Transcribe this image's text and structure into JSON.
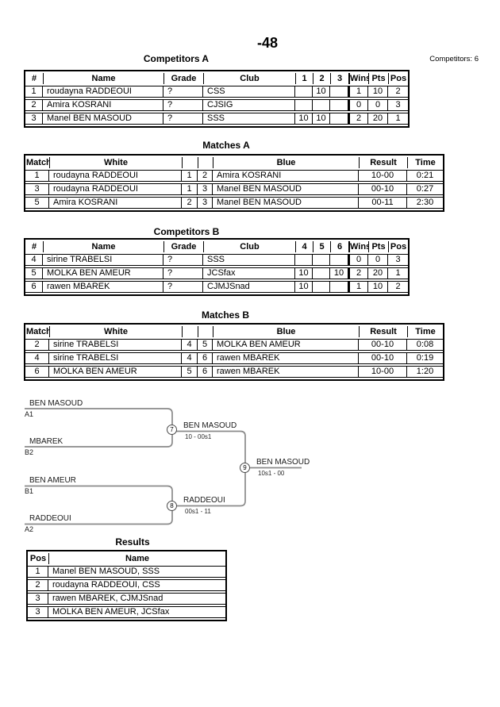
{
  "page": {
    "title": "-48",
    "competitors_count": "Competitors: 6"
  },
  "colors": {
    "table_border": "#000000",
    "bracket_line": "#8a8a8a",
    "text": "#000000"
  },
  "sections": {
    "competitors_a": {
      "heading": "Competitors A",
      "columns": [
        "#",
        "Name",
        "Grade",
        "Club",
        "1",
        "2",
        "3",
        "Wins",
        "Pts",
        "Pos"
      ],
      "rows": [
        [
          "1",
          "roudayna RADDEOUI",
          "?",
          "CSS",
          "",
          "10",
          "",
          "1",
          "10",
          "2"
        ],
        [
          "2",
          "Amira KOSRANI",
          "?",
          "CJSIG",
          "",
          "",
          "",
          "0",
          "0",
          "3"
        ],
        [
          "3",
          "Manel BEN MASOUD",
          "?",
          "SSS",
          "10",
          "10",
          "",
          "2",
          "20",
          "1"
        ]
      ]
    },
    "matches_a": {
      "heading": "Matches A",
      "columns": [
        "Match",
        "White",
        "",
        "",
        "Blue",
        "Result",
        "Time"
      ],
      "rows": [
        [
          "1",
          "roudayna RADDEOUI",
          "1",
          "2",
          "Amira KOSRANI",
          "10-00",
          "0:21"
        ],
        [
          "3",
          "roudayna RADDEOUI",
          "1",
          "3",
          "Manel BEN MASOUD",
          "00-10",
          "0:27"
        ],
        [
          "5",
          "Amira KOSRANI",
          "2",
          "3",
          "Manel BEN MASOUD",
          "00-11",
          "2:30"
        ]
      ]
    },
    "competitors_b": {
      "heading": "Competitors B",
      "columns": [
        "#",
        "Name",
        "Grade",
        "Club",
        "4",
        "5",
        "6",
        "Wins",
        "Pts",
        "Pos"
      ],
      "rows": [
        [
          "4",
          "sirine TRABELSI",
          "?",
          "SSS",
          "",
          "",
          "",
          "0",
          "0",
          "3"
        ],
        [
          "5",
          "MOLKA BEN AMEUR",
          "?",
          "JCSfax",
          "10",
          "",
          "10",
          "2",
          "20",
          "1"
        ],
        [
          "6",
          "rawen MBAREK",
          "?",
          "CJMJSnad",
          "10",
          "",
          "",
          "1",
          "10",
          "2"
        ]
      ]
    },
    "matches_b": {
      "heading": "Matches B",
      "columns": [
        "Match",
        "White",
        "",
        "",
        "Blue",
        "Result",
        "Time"
      ],
      "rows": [
        [
          "2",
          "sirine TRABELSI",
          "4",
          "5",
          "MOLKA BEN AMEUR",
          "00-10",
          "0:08"
        ],
        [
          "4",
          "sirine TRABELSI",
          "4",
          "6",
          "rawen MBAREK",
          "00-10",
          "0:19"
        ],
        [
          "6",
          "MOLKA BEN AMEUR",
          "5",
          "6",
          "rawen MBAREK",
          "10-00",
          "1:20"
        ]
      ]
    },
    "results": {
      "heading": "Results",
      "columns": [
        "Pos",
        "Name"
      ],
      "rows": [
        [
          "1",
          "Manel BEN MASOUD, SSS"
        ],
        [
          "2",
          "roudayna RADDEOUI, CSS"
        ],
        [
          "3",
          "rawen MBAREK, CJMJSnad"
        ],
        [
          "3",
          "MOLKA BEN AMEUR, JCSfax"
        ]
      ]
    }
  },
  "bracket": {
    "entries": [
      {
        "name": "BEN MASOUD",
        "seed": "A1"
      },
      {
        "name": "MBAREK",
        "seed": "B2"
      },
      {
        "name": "BEN AMEUR",
        "seed": "B1"
      },
      {
        "name": "RADDEOUI",
        "seed": "A2"
      }
    ],
    "semifinal_1": {
      "number": "7",
      "winner": "BEN MASOUD",
      "score": "10 - 00s1"
    },
    "semifinal_2": {
      "number": "8",
      "winner": "RADDEOUI",
      "score": "00s1 - 11"
    },
    "final": {
      "number": "9",
      "winner": "BEN MASOUD",
      "score": "10s1 - 00"
    }
  }
}
